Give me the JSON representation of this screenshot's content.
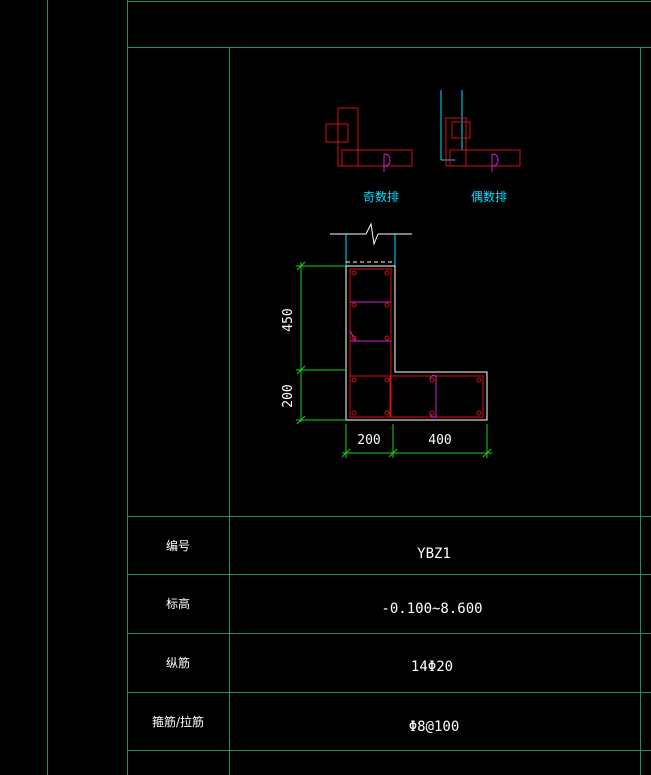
{
  "colors": {
    "background": "#000000",
    "frame": "#1f8f6a",
    "text": "#ffffff",
    "concrete": "#ffffff",
    "stirrup": "#d01010",
    "tie": "#d020d0",
    "dimension": "#18d018",
    "cyan": "#00e0ff"
  },
  "legend": {
    "odd_row": "奇数排",
    "even_row": "偶数排"
  },
  "dimensions": {
    "vertical_upper": "450",
    "vertical_lower": "200",
    "horizontal_left": "200",
    "horizontal_right": "400"
  },
  "table": {
    "rows": [
      {
        "label": "编号",
        "value": "YBZ1"
      },
      {
        "label": "标高",
        "value": "-0.100~8.600"
      },
      {
        "label": "纵筋",
        "value": "14Φ20"
      },
      {
        "label": "箍筋/拉筋",
        "value": "Φ8@100"
      }
    ]
  }
}
